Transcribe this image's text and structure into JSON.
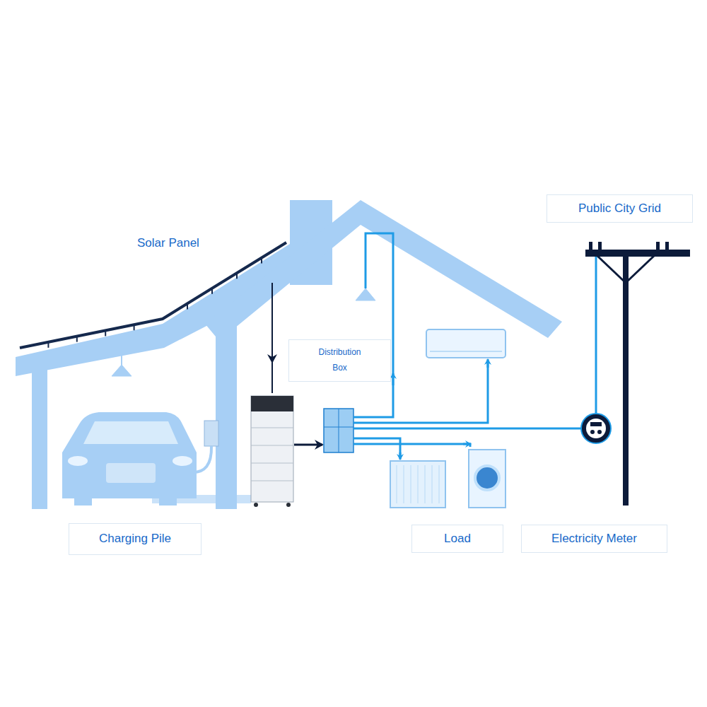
{
  "diagram": {
    "nodes": [
      {
        "text": [
          "Public City Grid"
        ]
      },
      {
        "text": [
          "Distribution Box"
        ]
      },
      {
        "text": [
          "Charging Pile"
        ]
      },
      {
        "text": [
          "Load"
        ]
      },
      {
        "text": [
          "Electricity Meter"
        ]
      }
    ],
    "labels": [
      "Solar Panel"
    ]
  }
}
